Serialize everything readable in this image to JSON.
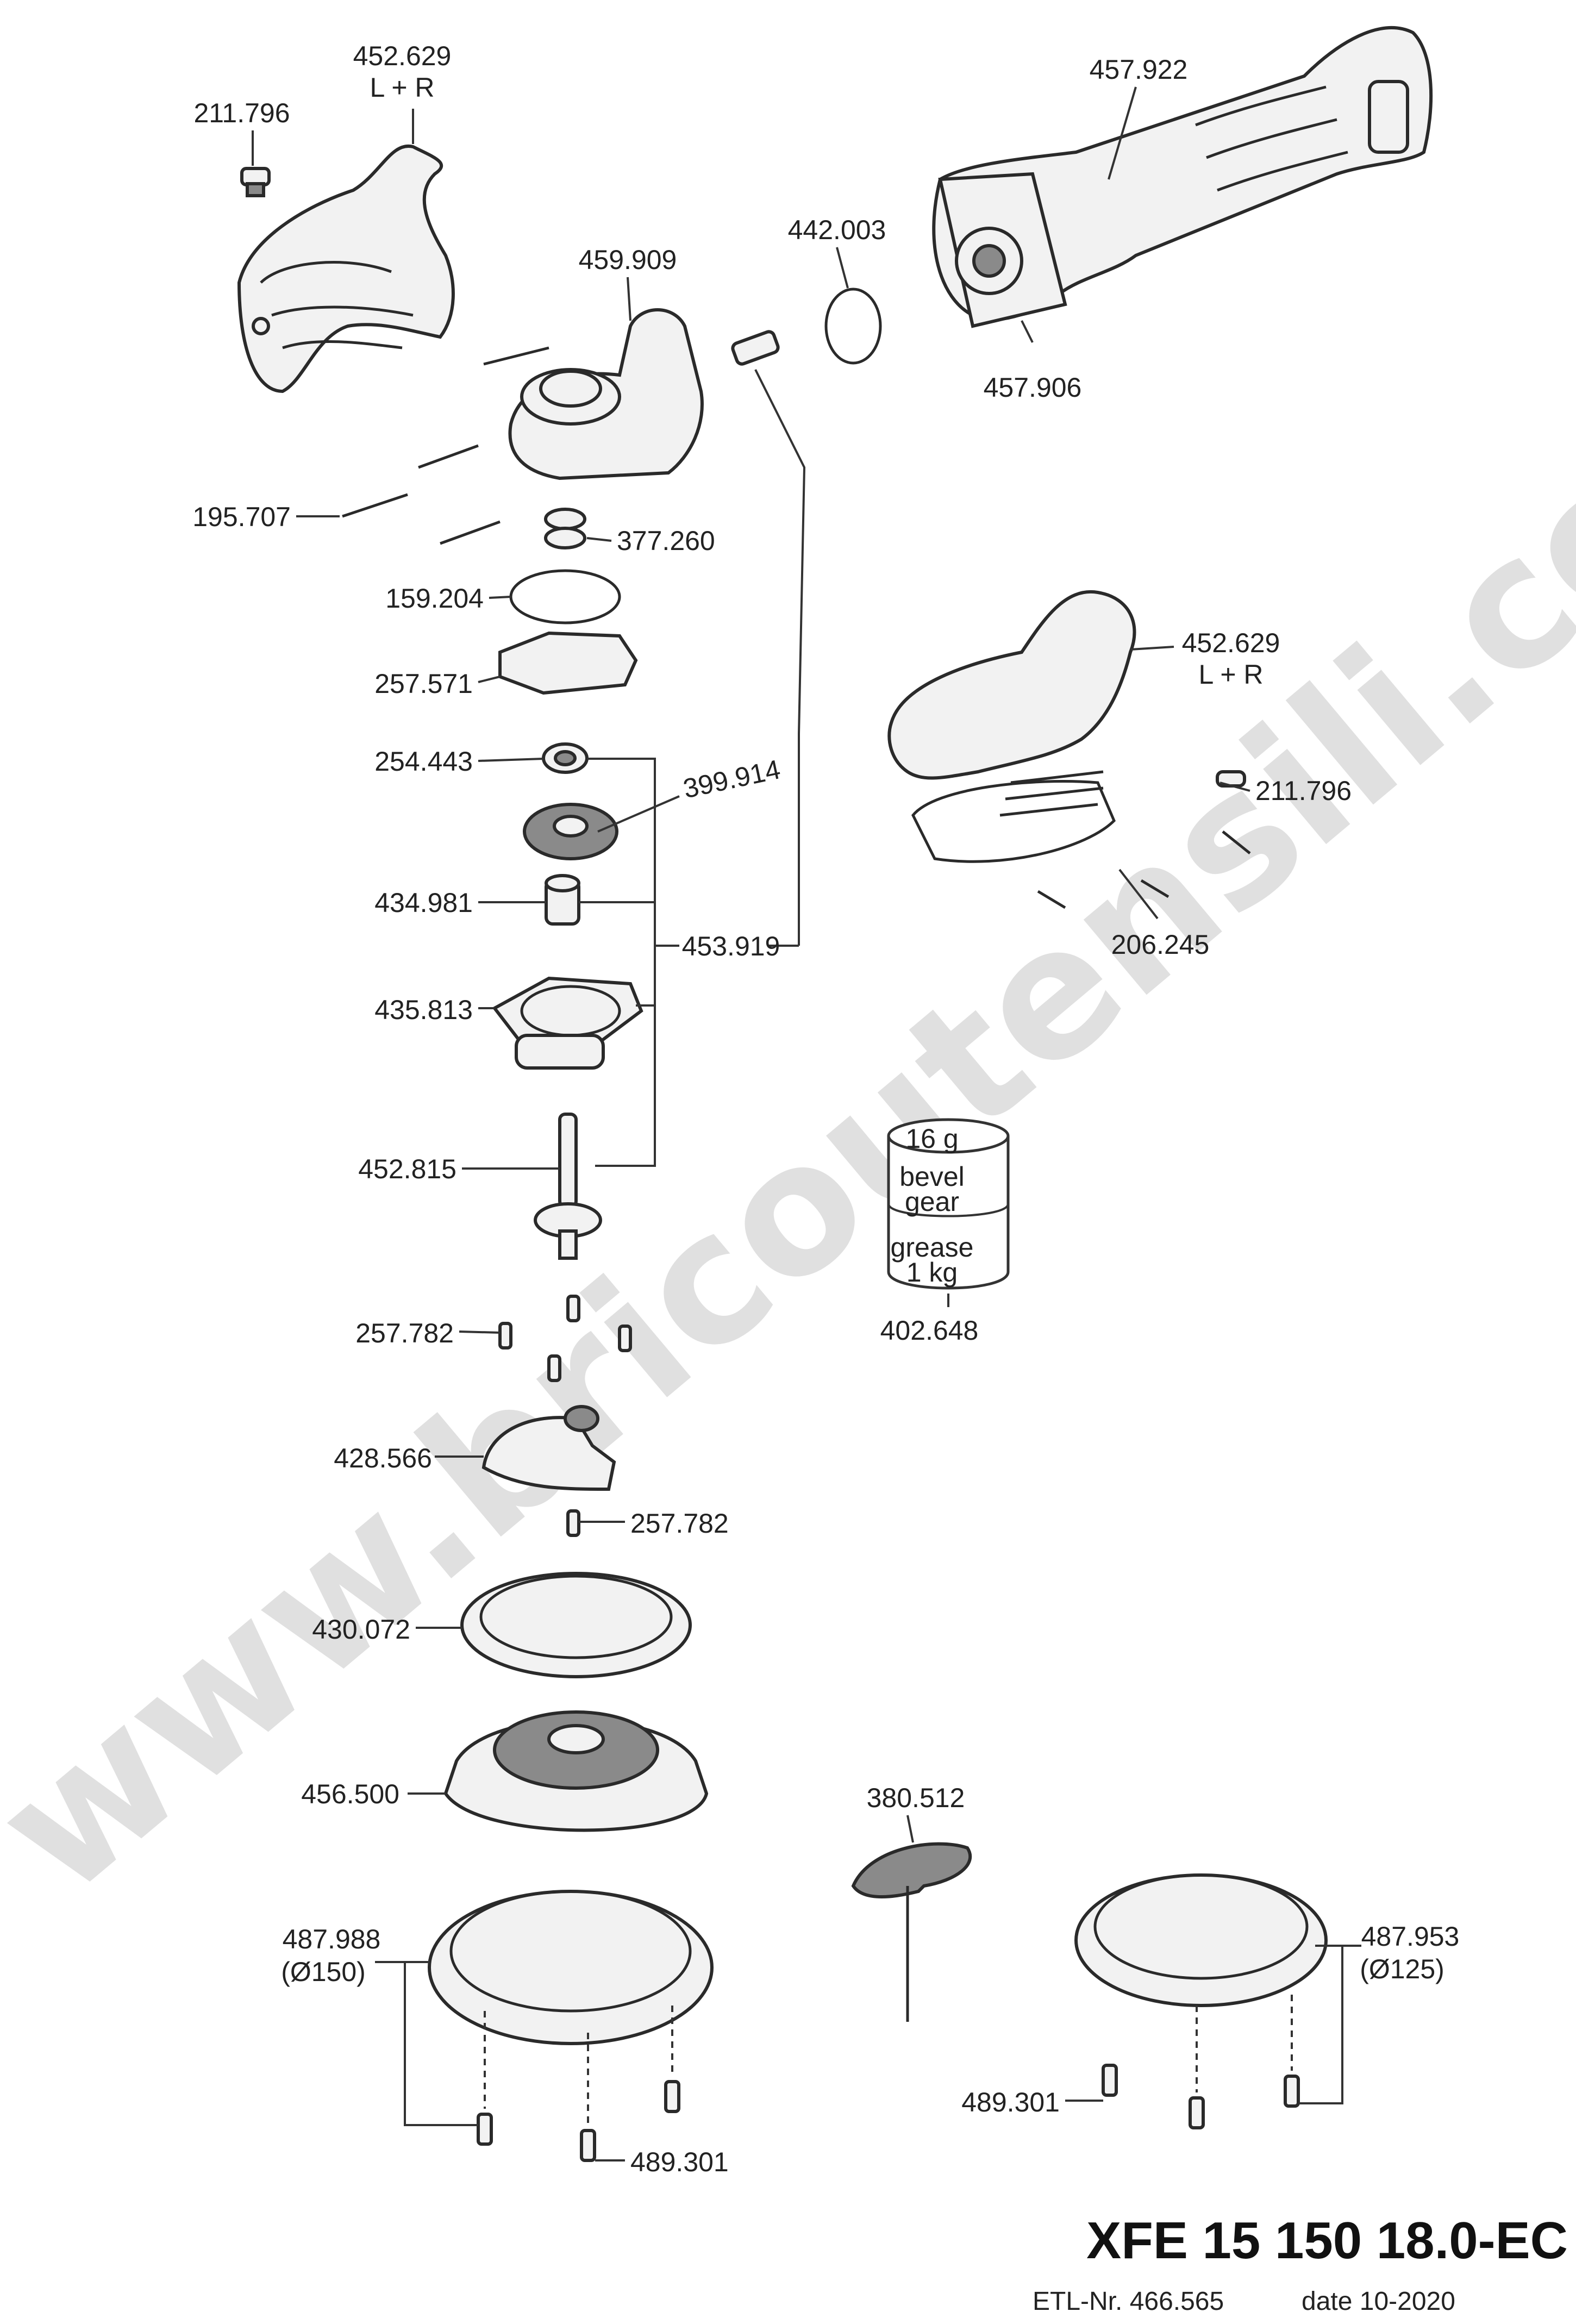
{
  "watermark": "www.bricoutensili.com",
  "title": "XFE 15 150 18.0-EC",
  "etl": "ETL-Nr. 466.565",
  "date": "date 10-2020",
  "can": {
    "weight": "16 g",
    "line1": "bevel",
    "line2": "gear",
    "line3": "grease",
    "line4": "1 kg"
  },
  "labels": [
    {
      "id": "p-452629-top",
      "text": "452.629",
      "sub": "L + R"
    },
    {
      "id": "p-211796-top",
      "text": "211.796"
    },
    {
      "id": "p-457922",
      "text": "457.922"
    },
    {
      "id": "p-442003",
      "text": "442.003"
    },
    {
      "id": "p-459909",
      "text": "459.909"
    },
    {
      "id": "p-457906",
      "text": "457.906"
    },
    {
      "id": "p-195707",
      "text": "195.707"
    },
    {
      "id": "p-377260",
      "text": "377.260"
    },
    {
      "id": "p-159204",
      "text": "159.204"
    },
    {
      "id": "p-257571",
      "text": "257.571"
    },
    {
      "id": "p-452629-mid",
      "text": "452.629",
      "sub": "L + R"
    },
    {
      "id": "p-211796-mid",
      "text": "211.796"
    },
    {
      "id": "p-254443",
      "text": "254.443"
    },
    {
      "id": "p-399914",
      "text": "399.914"
    },
    {
      "id": "p-434981",
      "text": "434.981"
    },
    {
      "id": "p-453919",
      "text": "453.919"
    },
    {
      "id": "p-206245",
      "text": "206.245"
    },
    {
      "id": "p-435813",
      "text": "435.813"
    },
    {
      "id": "p-452815",
      "text": "452.815"
    },
    {
      "id": "p-402648",
      "text": "402.648"
    },
    {
      "id": "p-257782-a",
      "text": "257.782"
    },
    {
      "id": "p-428566",
      "text": "428.566"
    },
    {
      "id": "p-257782-b",
      "text": "257.782"
    },
    {
      "id": "p-430072",
      "text": "430.072"
    },
    {
      "id": "p-456500",
      "text": "456.500"
    },
    {
      "id": "p-380512",
      "text": "380.512"
    },
    {
      "id": "p-487988",
      "text": "487.988",
      "sub": "(Ø150)"
    },
    {
      "id": "p-487953",
      "text": "487.953",
      "sub": "(Ø125)"
    },
    {
      "id": "p-489301-a",
      "text": "489.301"
    },
    {
      "id": "p-489301-b",
      "text": "489.301"
    }
  ]
}
